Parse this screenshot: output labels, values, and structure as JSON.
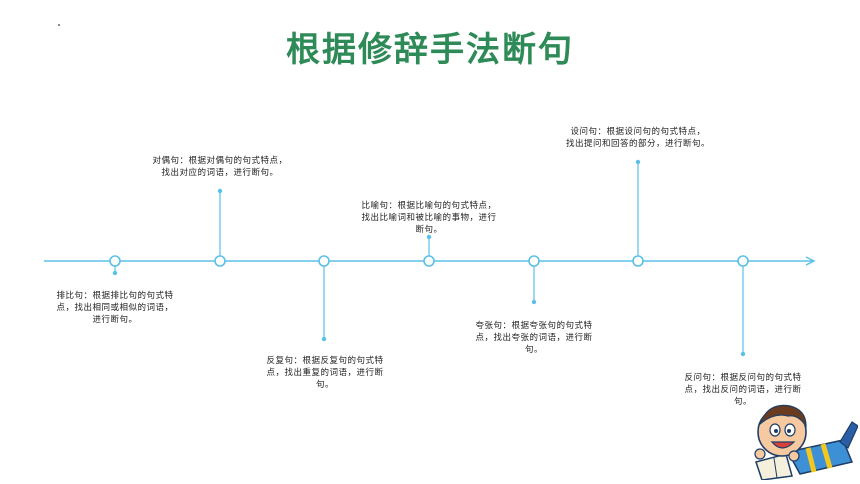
{
  "title": "根据修辞手法断句",
  "items": [
    {
      "line1": "排比句：根据排比句的句式特",
      "line2": "点，找出相同或相似的词语，",
      "line3": "进行断句。"
    },
    {
      "line1": "对偶句：根据对偶句的句式特点，",
      "line2": "找出对应的词语，进行断句。",
      "line3": ""
    },
    {
      "line1": "反复句：根据反复句的句式特",
      "line2": "点，找出重复的词语，进行断",
      "line3": "句。"
    },
    {
      "line1": "比喻句：根据比喻句的句式特点，",
      "line2": "找出比喻词和被比喻的事物，进行",
      "line3": "断句。"
    },
    {
      "line1": "夸张句：根据夸张句的句式特",
      "line2": "点，找出夸张的词语，进行断",
      "line3": "句。"
    },
    {
      "line1": "设问句：根据设问句的句式特点，",
      "line2": "找出提问和回答的部分，进行断句。",
      "line3": ""
    },
    {
      "line1": "反问句：根据反问句的句式特",
      "line2": "点，找出反问的词语，进行断",
      "line3": "句。"
    }
  ],
  "colors": {
    "line": "#5bc0e8",
    "title": "#2e8b57"
  },
  "icon": "cartoon-boy-reading-icon"
}
